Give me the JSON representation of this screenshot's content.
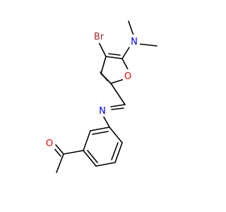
{
  "molecule": {
    "atoms": {
      "br": {
        "label": "Br",
        "color": "#a52a2a"
      },
      "n_amine": {
        "label": "N",
        "color": "#0000ff"
      },
      "o_furan": {
        "label": "O",
        "color": "#ff0000"
      },
      "n_imine": {
        "label": "N",
        "color": "#0000ff"
      },
      "o_carbonyl": {
        "label": "O",
        "color": "#ff0000"
      }
    }
  }
}
